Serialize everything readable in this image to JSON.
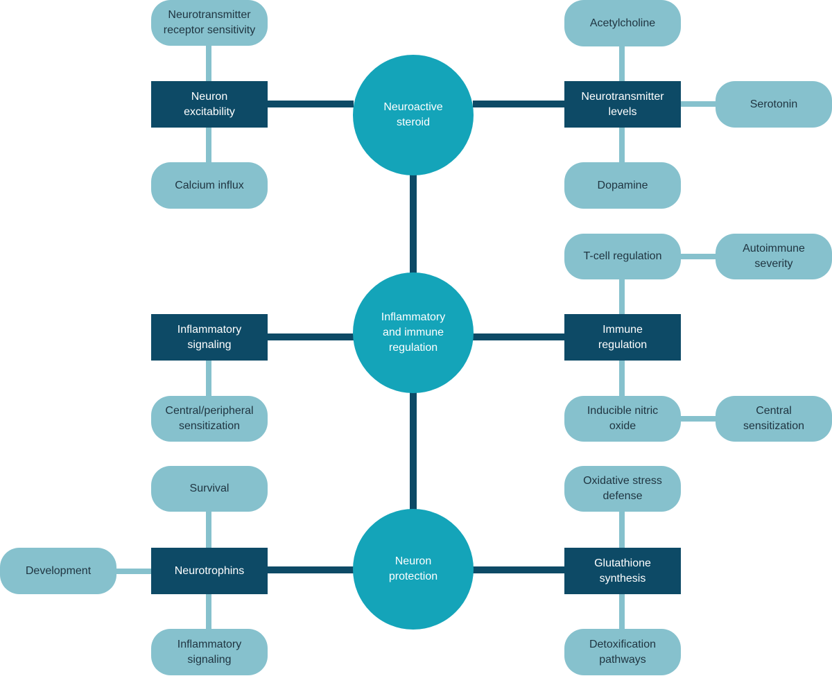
{
  "colors": {
    "hub": "#14a4b9",
    "box": "#0d4a66",
    "pill": "#86c1cd",
    "dark_connector": "#0d4a66",
    "light_connector": "#86c1cd"
  },
  "hubs": {
    "neuroactive_steroid": "Neuroactive\nsteroid",
    "inflammatory_immune": "Inflammatory\nand immune\nregulation",
    "neuron_protection": "Neuron\nprotection"
  },
  "boxes": {
    "neuron_excitability": "Neuron\nexcitability",
    "neurotransmitter_levels": "Neurotransmitter\nlevels",
    "inflammatory_signaling_box": "Inflammatory\nsignaling",
    "immune_regulation": "Immune\nregulation",
    "neurotrophins": "Neurotrophins",
    "glutathione_synthesis": "Glutathione\nsynthesis"
  },
  "pills": {
    "receptor_sensitivity": "Neurotransmitter\nreceptor sensitivity",
    "calcium_influx": "Calcium influx",
    "acetylcholine": "Acetylcholine",
    "serotonin": "Serotonin",
    "dopamine": "Dopamine",
    "tcell_regulation": "T-cell regulation",
    "autoimmune_severity": "Autoimmune\nseverity",
    "central_peripheral_sensitization": "Central/peripheral\nsensitization",
    "inducible_nitric_oxide": "Inducible nitric\noxide",
    "central_sensitization": "Central\nsensitization",
    "survival": "Survival",
    "development": "Development",
    "inflammatory_signaling_pill": "Inflammatory\nsignaling",
    "oxidative_stress_defense": "Oxidative stress\ndefense",
    "detoxification_pathways": "Detoxification\npathways"
  }
}
